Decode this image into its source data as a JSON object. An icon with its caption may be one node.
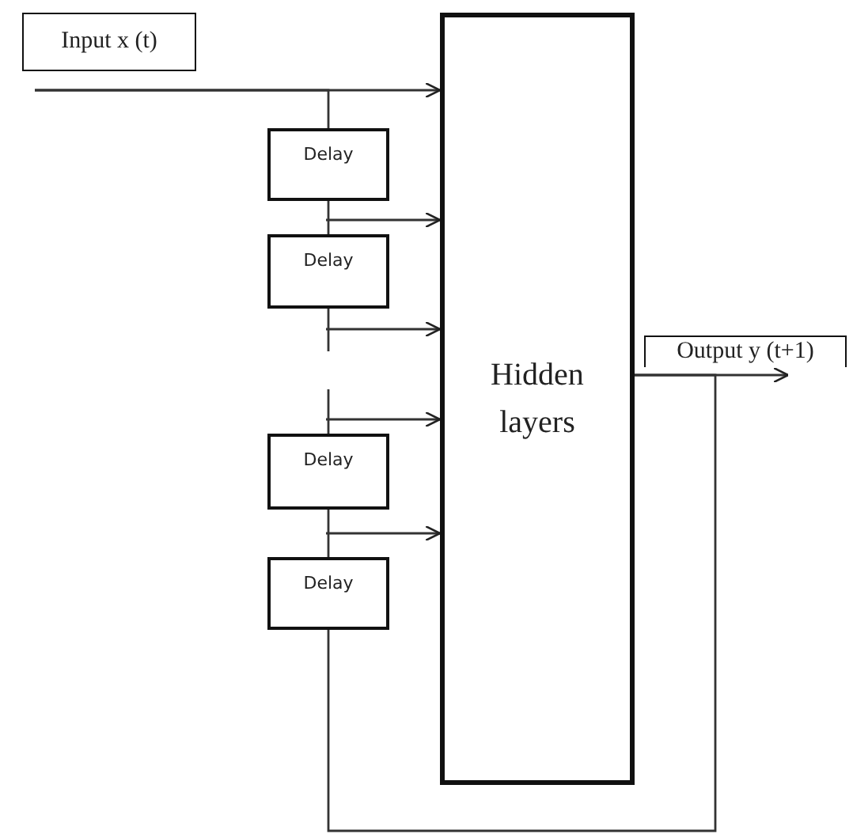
{
  "diagram": {
    "nodes": [
      {
        "text": [
          "Input x (t)"
        ]
      },
      {
        "text": [
          "Delay"
        ]
      },
      {
        "text": [
          "Delay"
        ]
      },
      {
        "text": [
          "Delay"
        ]
      },
      {
        "text": [
          "Delay"
        ]
      },
      {
        "text": [
          "Hidden layers"
        ]
      },
      {
        "text": [
          "Output y (t+1)"
        ]
      }
    ],
    "edges": [
      {
        "from": 0,
        "to": 5,
        "arrow": "to"
      },
      {
        "from": 0,
        "to": 1,
        "arrow": "none"
      },
      {
        "from": 1,
        "to": 2,
        "arrow": "none"
      },
      {
        "from": 1,
        "to": 5,
        "arrow": "to"
      },
      {
        "from": 2,
        "to": 5,
        "arrow": "to"
      },
      {
        "from": 2,
        "to": 3,
        "arrow": "none",
        "style": "dashed"
      },
      {
        "from": 3,
        "to": 5,
        "arrow": "to"
      },
      {
        "from": 3,
        "to": 4,
        "arrow": "none"
      },
      {
        "from": 3,
        "to": 5,
        "arrow": "to"
      },
      {
        "from": 5,
        "to": 6,
        "arrow": "to"
      },
      {
        "from": 5,
        "to": 4,
        "arrow": "none"
      }
    ]
  }
}
